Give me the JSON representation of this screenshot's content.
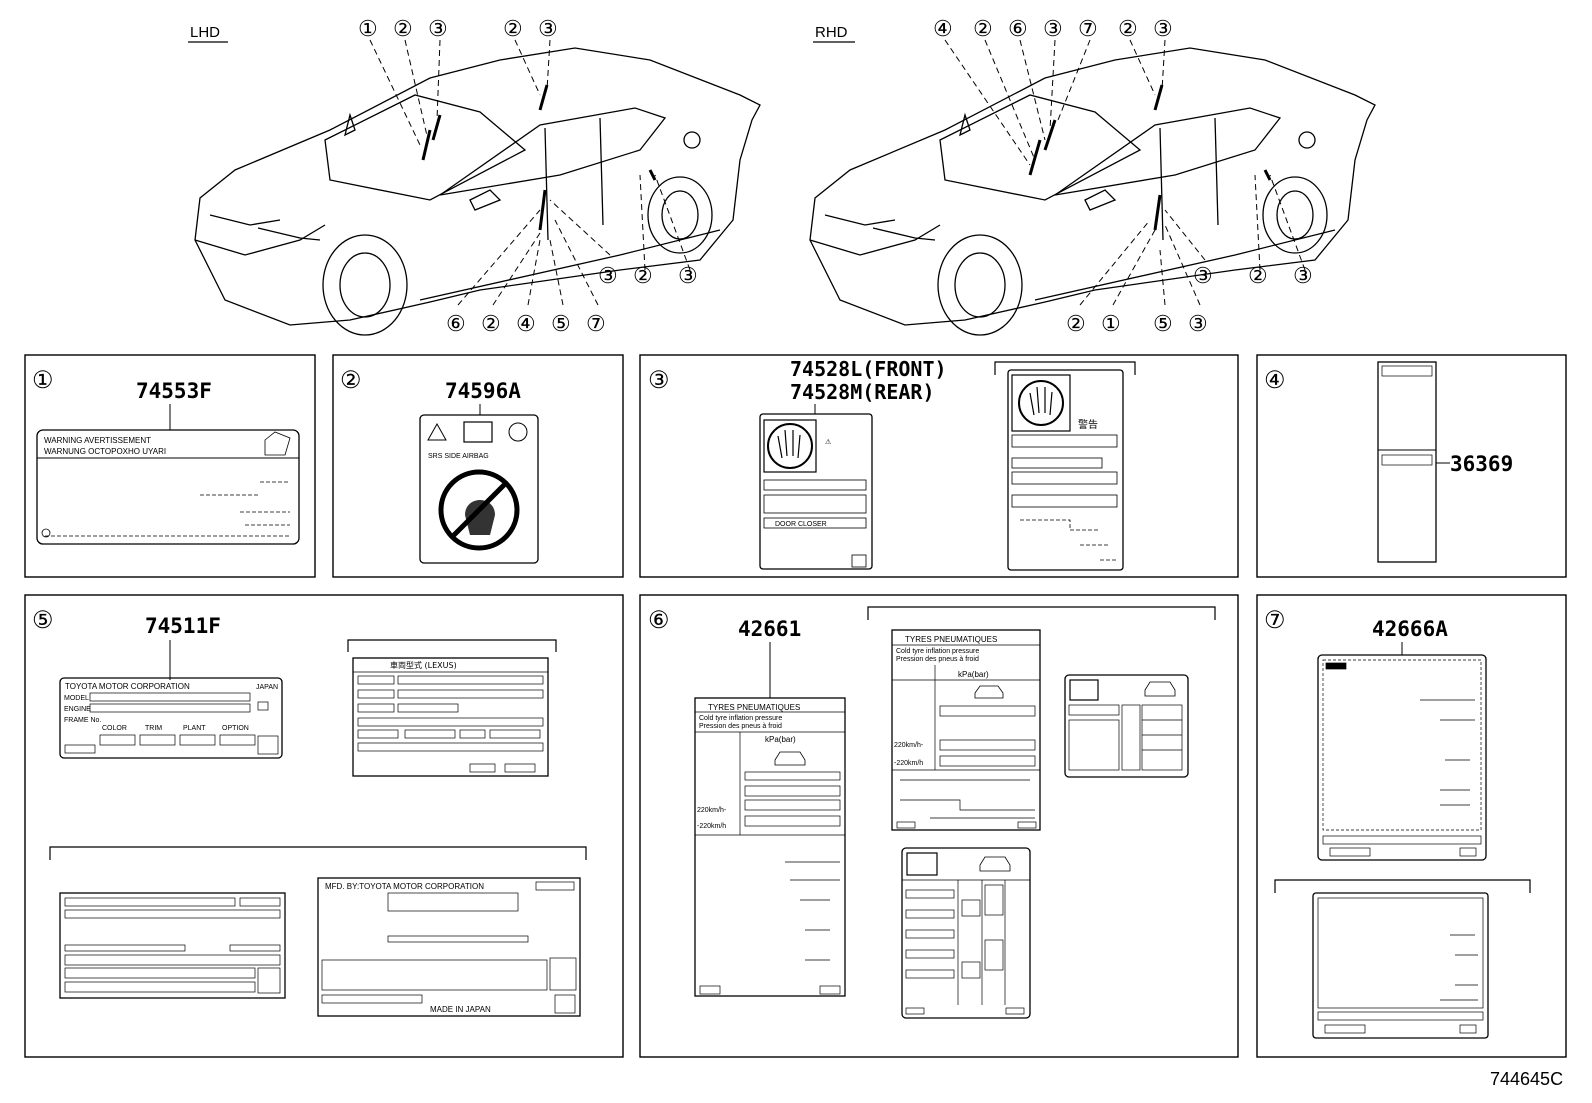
{
  "views": {
    "lhd": {
      "label": "LHD"
    },
    "rhd": {
      "label": "RHD"
    }
  },
  "callouts": {
    "lhd_top": [
      "①",
      "②",
      "③",
      "②",
      "③"
    ],
    "lhd_bottom": [
      "③",
      "②",
      "③",
      "⑥",
      "②",
      "④",
      "⑤",
      "⑦"
    ],
    "rhd_top": [
      "④",
      "②",
      "⑥",
      "③",
      "⑦",
      "②",
      "③"
    ],
    "rhd_bottom": [
      "③",
      "②",
      "③",
      "②",
      "①",
      "⑤",
      "③"
    ]
  },
  "panels": {
    "p1": {
      "num": "①",
      "part": "74553F",
      "line1": "WARNING AVERTISSEMENT",
      "line2": "WARNUNG OCTOPOXHO UYARI"
    },
    "p2": {
      "num": "②",
      "part": "74596A",
      "text": "SRS  SIDE  AIRBAG"
    },
    "p3": {
      "num": "③",
      "part1": "74528L(FRONT)",
      "part2": "74528M(REAR)",
      "door": "DOOR CLOSER",
      "jp": "警告"
    },
    "p4": {
      "num": "④",
      "part": "36369"
    },
    "p5": {
      "num": "⑤",
      "part": "74511F",
      "corp": "TOYOTA MOTOR CORPORATION",
      "japan": "JAPAN",
      "model": "MODEL",
      "engine": "ENGINE",
      "frame": "FRAME No.",
      "color": "COLOR",
      "trim": "TRIM",
      "plant": "PLANT",
      "option": "OPTION",
      "lexus": "車両型式 (LEXUS)",
      "mfd": "MFD. BY:TOYOTA MOTOR CORPORATION",
      "made": "MADE IN JAPAN"
    },
    "p6": {
      "num": "⑥",
      "part": "42661",
      "tyres": "TYRES  PNEUMATIQUES",
      "cold1": "Cold tyre inflation pressure",
      "cold2": "Pression des pneus à froid",
      "kpa": "kPa(bar)",
      "speed1": "220km/h-",
      "speed2": "-220km/h"
    },
    "p7": {
      "num": "⑦",
      "part": "42666A"
    }
  },
  "drawing_id": "744645C"
}
